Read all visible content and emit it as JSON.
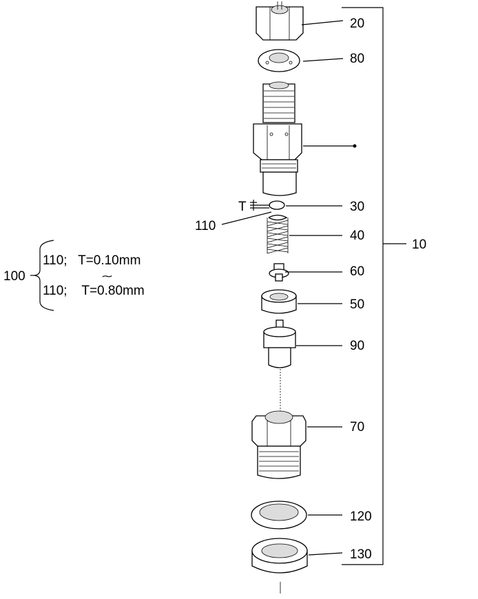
{
  "callouts": {
    "c20": "20",
    "c80": "80",
    "c30": "30",
    "c40": "40",
    "c60": "60",
    "c50": "50",
    "c90": "90",
    "c70": "70",
    "c120": "120",
    "c130": "130",
    "c10": "10",
    "c110": "110",
    "c_t": "T",
    "c100": "100"
  },
  "shim_table": {
    "row1": "110;   T=0.10mm",
    "tilde": "⁓",
    "row2": "110;    T=0.80mm"
  },
  "parts": [
    {
      "id": "20",
      "shape": "hex-nut"
    },
    {
      "id": "80",
      "shape": "washer"
    },
    {
      "id": "body",
      "shape": "nozzle-holder"
    },
    {
      "id": "30",
      "shape": "shim-disc"
    },
    {
      "id": "40",
      "shape": "spring"
    },
    {
      "id": "60",
      "shape": "spring-seat"
    },
    {
      "id": "50",
      "shape": "spacer"
    },
    {
      "id": "90",
      "shape": "nozzle"
    },
    {
      "id": "70",
      "shape": "retaining-nut"
    },
    {
      "id": "120",
      "shape": "gasket-ring"
    },
    {
      "id": "130",
      "shape": "heat-shield-cup"
    }
  ]
}
